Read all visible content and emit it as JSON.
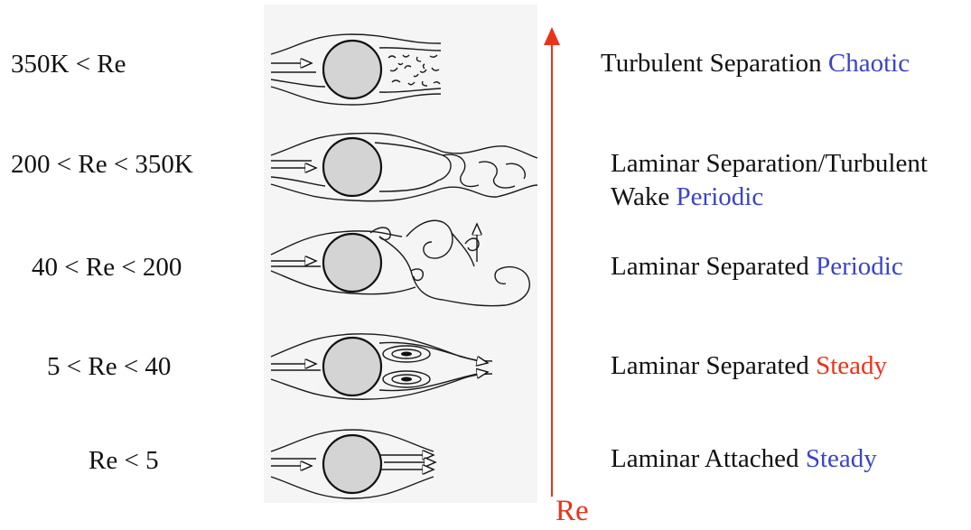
{
  "regimes": [
    {
      "range": "350K < Re",
      "description": "Turbulent Separation",
      "behavior": "Chaotic",
      "behavior_color": "#3a44c8"
    },
    {
      "range": "200 < Re < 350K",
      "description_line1": "Laminar Separation/Turbulent",
      "description_line2": "Wake",
      "behavior": "Periodic",
      "behavior_color": "#3a44c8"
    },
    {
      "range": "40 < Re < 200",
      "description": "Laminar Separated",
      "behavior": "Periodic",
      "behavior_color": "#3a44c8"
    },
    {
      "range": "5 < Re < 40",
      "description": "Laminar Separated",
      "behavior": "Steady",
      "behavior_color": "#e8341c"
    },
    {
      "range": "Re < 5",
      "description": "Laminar Attached",
      "behavior": "Steady",
      "behavior_color": "#3a44c8"
    }
  ],
  "axis": {
    "label": "Re",
    "color": "#e8341c"
  }
}
